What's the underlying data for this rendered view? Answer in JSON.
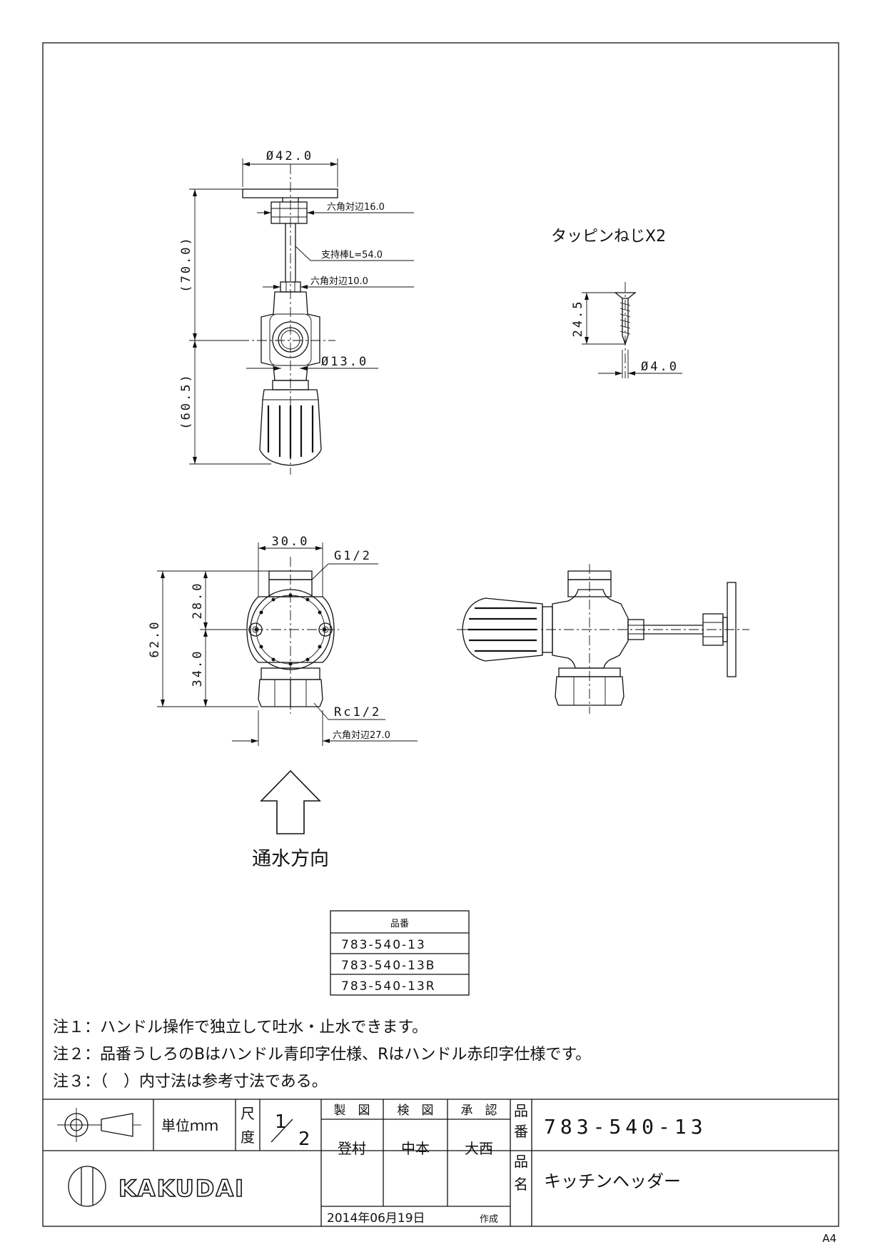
{
  "top_view": {
    "dim_flange_dia": "Ø42.0",
    "dim_hex_top": "六角対辺16.0",
    "dim_rod": "支持棒L=54.0",
    "dim_hex_mid": "六角対辺10.0",
    "dim_bore": "Ø13.0",
    "dim_upper_height": "(70.0)",
    "dim_lower_height": "(60.5)"
  },
  "screw": {
    "label": "タッピンねじX2",
    "dim_length": "24.5",
    "dim_dia": "Ø4.0"
  },
  "front_view": {
    "dim_width": "30.0",
    "thread_top": "G1/2",
    "dim_total": "62.0",
    "dim_upper": "28.0",
    "dim_lower": "34.0",
    "thread_bottom": "Rc1/2",
    "dim_hex_bottom": "六角対辺27.0"
  },
  "flow": {
    "label": "通水方向"
  },
  "part_table": {
    "header": "品番",
    "rows": [
      "783-540-13",
      "783-540-13B",
      "783-540-13R"
    ]
  },
  "notes": [
    "注１：ハンドル操作で独立して吐水・止水できます。",
    "注２：品番うしろのBはハンドル青印字仕様、Rはハンドル赤印字仕様です。",
    "注３：（　）内寸法は参考寸法である。"
  ],
  "title_block": {
    "unit": "単位ｍｍ",
    "scale_label_1": "尺",
    "scale_label_2": "度",
    "scale_num": "1",
    "scale_den": "2",
    "drawn_label": "製　図",
    "checked_label": "検　図",
    "approved_label": "承　認",
    "drawn_by": "登村",
    "checked_by": "中本",
    "approved_by": "大西",
    "date": "2014年06月19日",
    "created": "作成",
    "part_no_label_1": "品",
    "part_no_label_2": "番",
    "part_no": "783-540-13",
    "part_name_label_1": "品",
    "part_name_label_2": "名",
    "part_name": "キッチンヘッダー",
    "company": "KAKUDAI",
    "paper_size": "A4"
  }
}
